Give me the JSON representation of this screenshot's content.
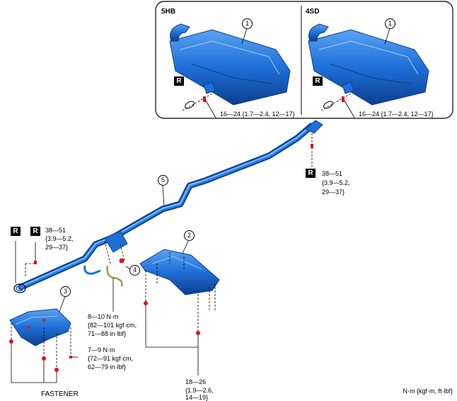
{
  "panel": {
    "left_variant": "5HB",
    "right_variant": "4SD",
    "left_torque": "16—24 {1.7—2.4, 12—17}",
    "right_torque": "16—24 {1.7—2.4, 12—17}"
  },
  "replace_marker": "R",
  "callouts": {
    "muffler": "1",
    "under_cover_right": "2",
    "under_cover_left": "3",
    "sensor": "4",
    "pipe": "5"
  },
  "torques": {
    "pipe_hanger": [
      "38—51",
      "{3.9—5.2,",
      "29—37}"
    ],
    "front_flange": [
      "38—51",
      "{3.9—5.2,",
      "29—37}"
    ],
    "sensor": [
      "8—10 N·m",
      "{82—101 kgf·cm,",
      "71—88 in·lbf}"
    ],
    "cover_left": [
      "7—9 N·m",
      "{72—91 kgf·cm,",
      "62—79 in·lbf}"
    ],
    "cover_right": [
      "18—26",
      "{1.9—2.6,",
      "14—19}"
    ]
  },
  "fastener_label": "FASTENER",
  "units_legend": "N·m {kgf·m, ft·lbf}",
  "colors": {
    "part_blue": "#1f6fd8",
    "part_dark": "#0b3f8f",
    "bolt_red": "#e0101a",
    "line": "#000000"
  }
}
